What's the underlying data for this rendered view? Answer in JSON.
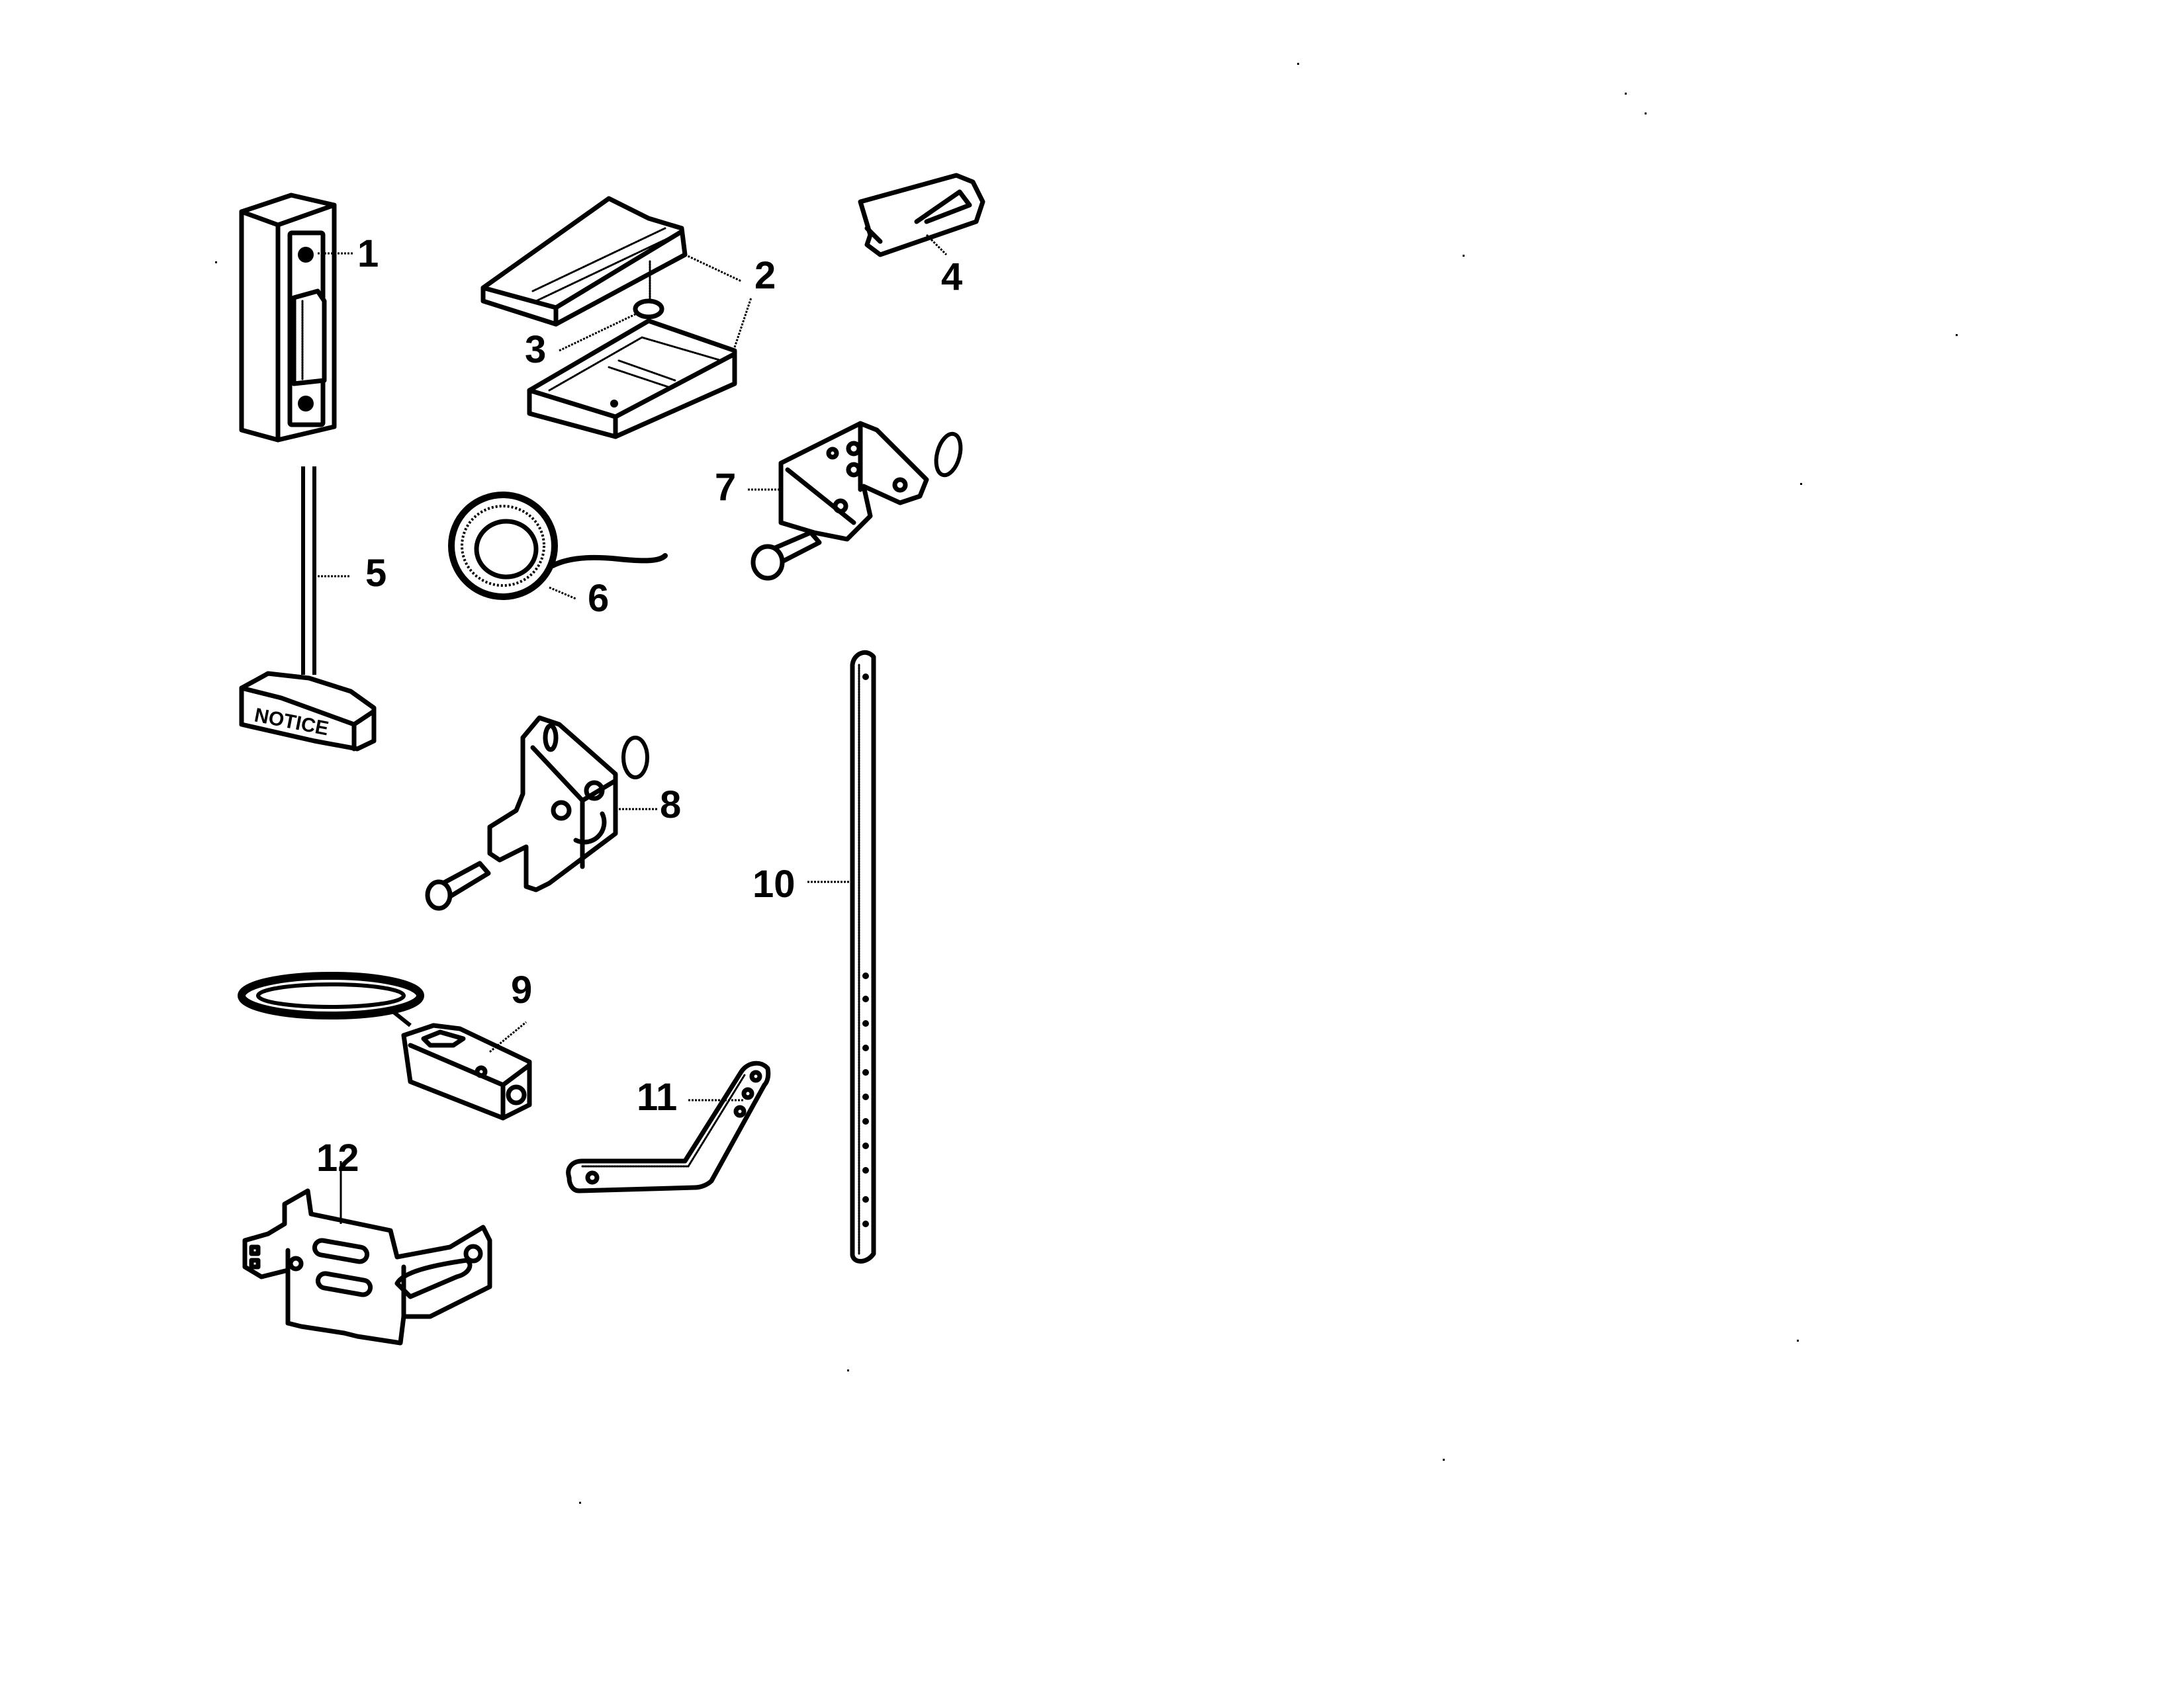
{
  "diagram": {
    "type": "exploded-parts-diagram",
    "background": "#ffffff",
    "ink_color": "#000000",
    "parts": [
      {
        "number": "1",
        "description": "door control push button"
      },
      {
        "number": "2",
        "description": "remote transmitter housing (case and cover)"
      },
      {
        "number": "3",
        "description": "battery"
      },
      {
        "number": "4",
        "description": "visor clip"
      },
      {
        "number": "5",
        "description": "emergency release rope and handle",
        "tag_text": "NOTICE"
      },
      {
        "number": "6",
        "description": "bell wire coil"
      },
      {
        "number": "7",
        "description": "header bracket with clevis pin and ring"
      },
      {
        "number": "8",
        "description": "door bracket with clevis pin and ring"
      },
      {
        "number": "9",
        "description": "safety sensor with wire"
      },
      {
        "number": "10",
        "description": "straight door arm"
      },
      {
        "number": "11",
        "description": "curved door arm"
      },
      {
        "number": "12",
        "description": "safety sensor bracket"
      }
    ]
  }
}
